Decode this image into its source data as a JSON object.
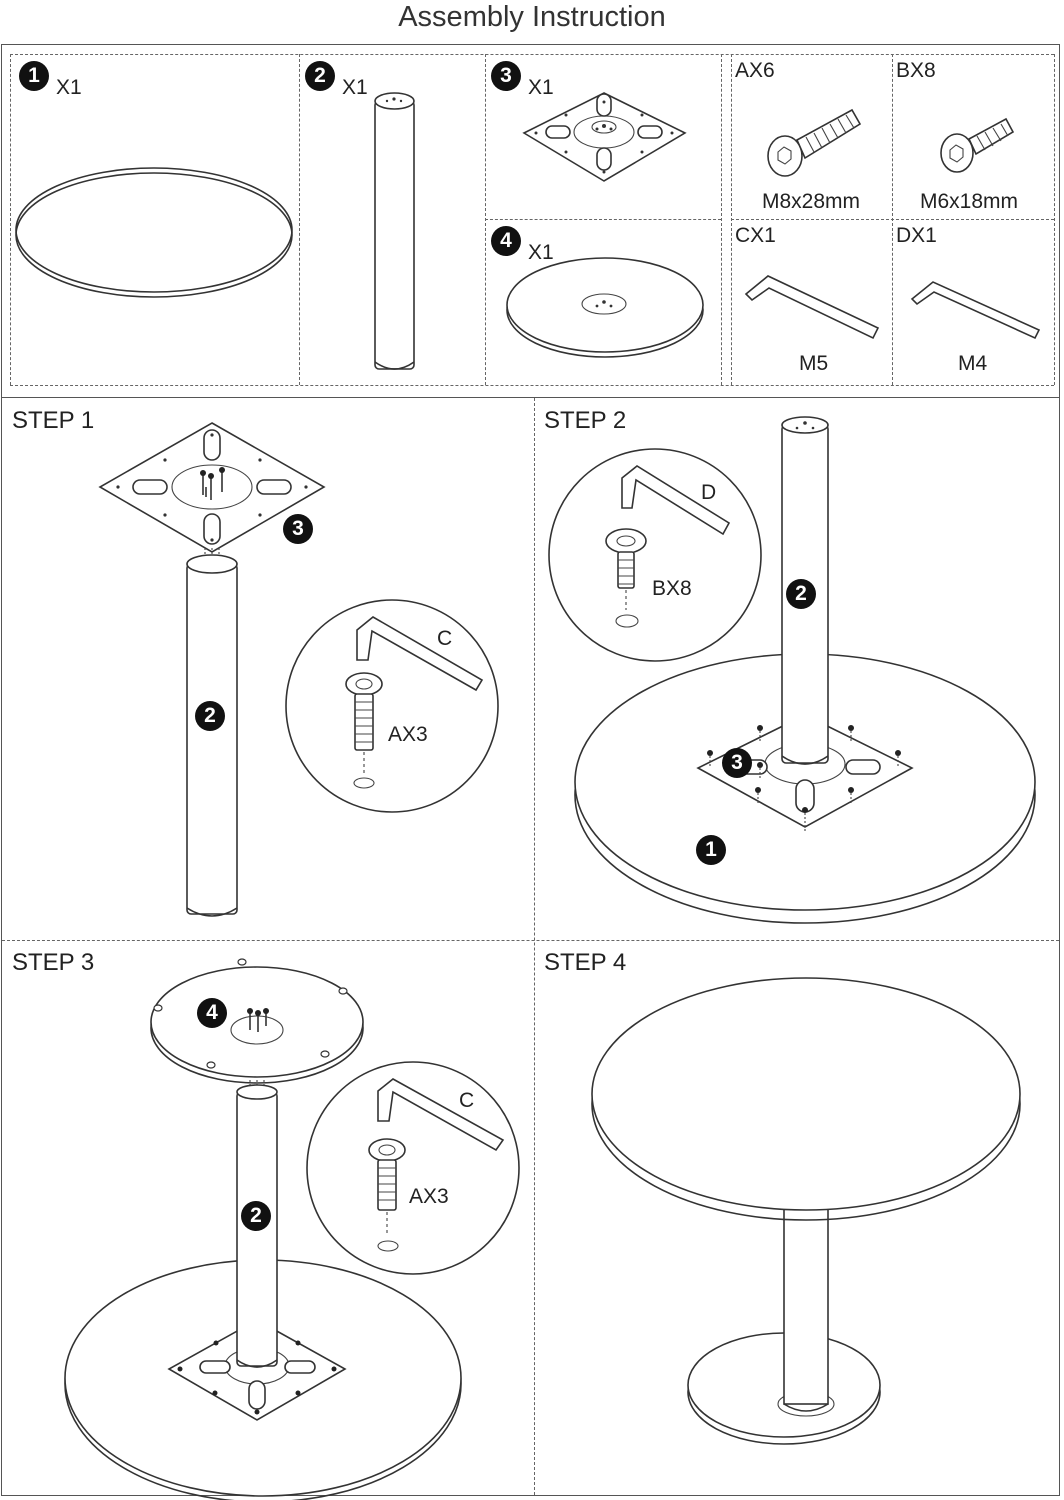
{
  "title": "Assembly Instruction",
  "parts": {
    "p1": {
      "num": "1",
      "qty": "X1"
    },
    "p2": {
      "num": "2",
      "qty": "X1"
    },
    "p3": {
      "num": "3",
      "qty": "X1"
    },
    "p4": {
      "num": "4",
      "qty": "X1"
    },
    "a": {
      "code": "AX6",
      "size": "M8x28mm"
    },
    "b": {
      "code": "BX8",
      "size": "M6x18mm"
    },
    "c": {
      "code": "CX1",
      "size": "M5"
    },
    "d": {
      "code": "DX1",
      "size": "M4"
    }
  },
  "steps": {
    "s1": {
      "label": "STEP 1",
      "tool": "C",
      "screw": "AX3",
      "part_a": "3",
      "part_b": "2"
    },
    "s2": {
      "label": "STEP 2",
      "tool": "D",
      "screw": "BX8",
      "part_a": "2",
      "part_b": "3",
      "part_c": "1"
    },
    "s3": {
      "label": "STEP 3",
      "tool": "C",
      "screw": "AX3",
      "part_a": "4",
      "part_b": "2"
    },
    "s4": {
      "label": "STEP 4"
    }
  }
}
